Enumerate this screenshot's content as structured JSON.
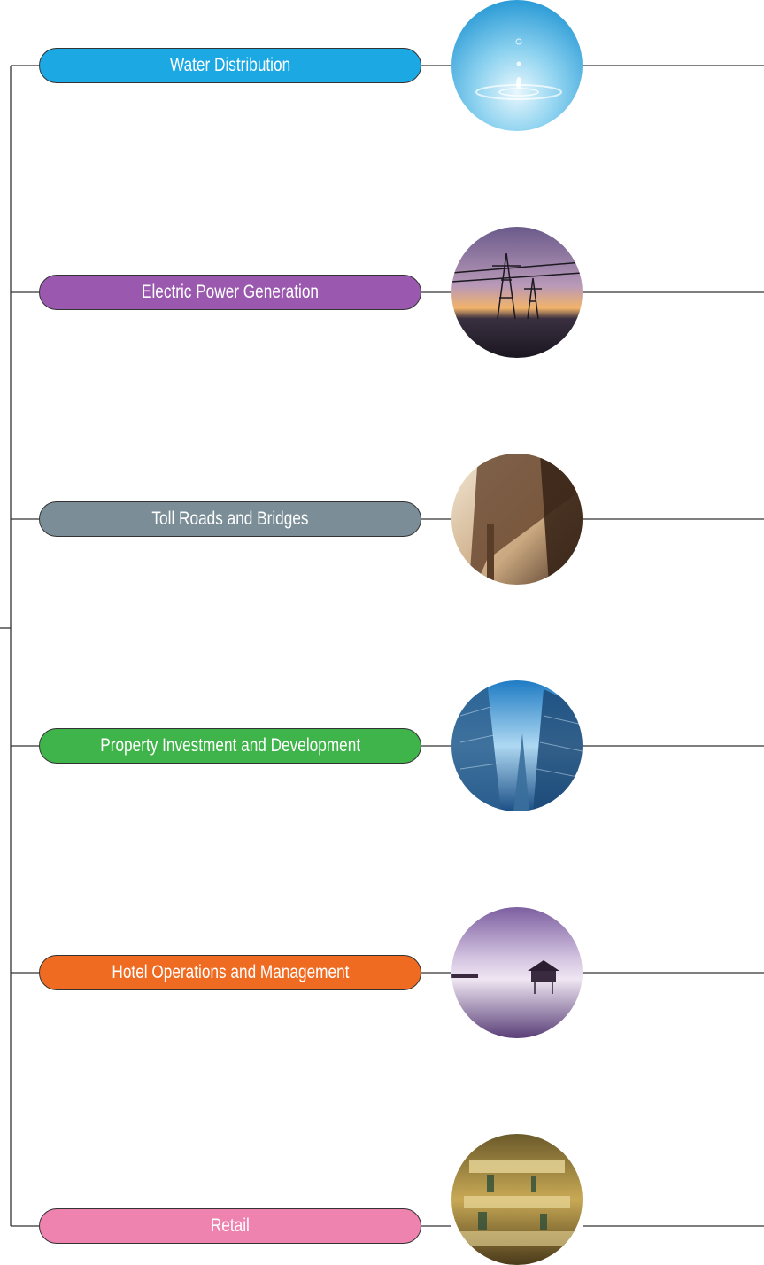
{
  "segments": [
    {
      "label": "Water Distribution",
      "color": "#1ba8e3",
      "icon": "water-drop-icon"
    },
    {
      "label": "Electric Power Generation",
      "color": "#9a59ae",
      "icon": "power-pylon-icon"
    },
    {
      "label": "Toll Roads and Bridges",
      "color": "#7b8e97",
      "icon": "bridge-icon"
    },
    {
      "label": "Property Investment and Development",
      "color": "#3fb44a",
      "icon": "skyscraper-icon"
    },
    {
      "label": "Hotel Operations and Management",
      "color": "#f06b22",
      "icon": "water-villa-icon"
    },
    {
      "label": "Retail",
      "color": "#ee83b0",
      "icon": "shopping-mall-icon"
    }
  ]
}
